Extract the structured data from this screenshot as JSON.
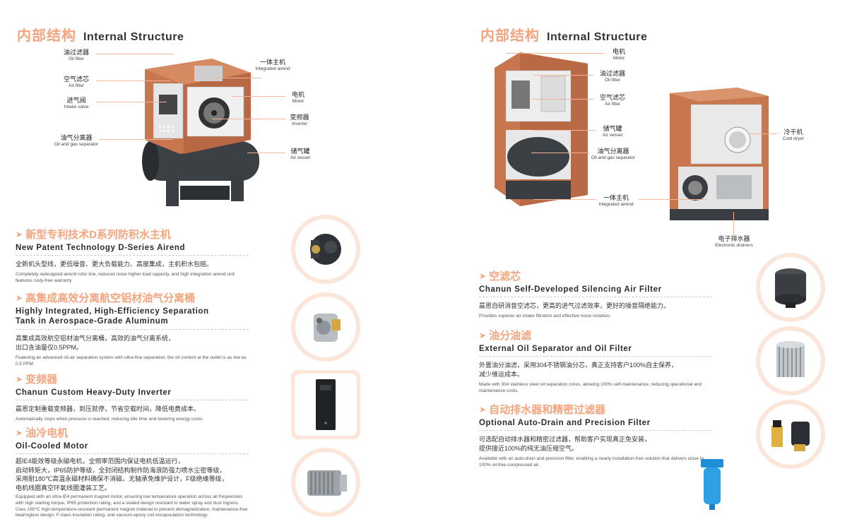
{
  "left": {
    "title_cn": "内部结构",
    "title_en": "Internal Structure",
    "labels": {
      "oil_filter": {
        "cn": "油过滤器",
        "en": "Oil filter"
      },
      "air_filter": {
        "cn": "空气滤芯",
        "en": "Air filter"
      },
      "intake_valve": {
        "cn": "进气阀",
        "en": "Intake valve"
      },
      "separator": {
        "cn": "油气分离器",
        "en": "Oil and gas separator"
      },
      "airend": {
        "cn": "一体主机",
        "en": "Integrated airend"
      },
      "motor": {
        "cn": "电机",
        "en": "Motor"
      },
      "inverter": {
        "cn": "变频器",
        "en": "Inverter"
      },
      "vessel": {
        "cn": "储气罐",
        "en": "Air vessel"
      }
    },
    "features": [
      {
        "cn": "新型专利技术D系列防积水主机",
        "en": "New Patent Technology D-Series Airend",
        "body_cn": "全新机头型线，更低噪音、更大负载能力、高度集成，主机积水包赔。",
        "body_en": "Completely redesigned airend rotor line, reduced noise higher load capacity, and high integration airend unit features rusty-free warranty"
      },
      {
        "cn": "高集成高效分离航空铝材油气分离桶",
        "en": "Highly Integrated, High-Efficiency Separation",
        "en2": "Tank in Aerospace-Grade Aluminum",
        "body_cn": "高集成高效航空铝材油气分离桶，高效的油气分离系统，",
        "body_cn2": "出口含油量仅0.5PPM。",
        "body_en": "Featuring an advanced oil-air separation system with ultra-fine separation; the oil content at the outlet is as low as 0.5 PPM."
      },
      {
        "cn": "变频器",
        "en": "Chanun Custom Heavy-Duty Inverter",
        "body_cn": "晨恩定制重载变频器，到压就停，节省空载时间，降低电费成本。",
        "body_en": "Automatically stops when pressure is reached, reducing idle time and lowering energy costs."
      },
      {
        "cn": "油冷电机",
        "en": "Oil-Cooled Motor",
        "body_cn": "超IE4能效等级永磁电机，全频率范围内保证电机低温运行，",
        "body_cn2": "启动转矩大，IP65防护等级，全封闭结构制作防海浪防强力喷水尘密等级，",
        "body_cn3": "采用耐180℃高温永磁材料确保不消磁，无轴承免维护设计，F级绝缘等级，",
        "body_cn4": "电机线圈真空环氧线圈灌装工艺。",
        "body_en": "Equipped with an ultra-IE4 permanent magnet motor, ensuring low temperature operation across all frequencies with high starting torque, IP65 protection rating, and a sealed design resistant to water spray and dust ingress. Uses 180°C high-temperature-resistant permanent magnet material to prevent demagnetization, maintenance-free bearingless design, F-class insulation rating, and vacuum-epoxy coil encapsulation technology."
      }
    ]
  },
  "right": {
    "title_cn": "内部结构",
    "title_en": "Internal Structure",
    "labels": {
      "motor": {
        "cn": "电机",
        "en": "Motor"
      },
      "oil_filter": {
        "cn": "油过滤器",
        "en": "Oil filter"
      },
      "air_filter": {
        "cn": "空气滤芯",
        "en": "Air filter"
      },
      "vessel": {
        "cn": "储气罐",
        "en": "Air vessel"
      },
      "separator": {
        "cn": "油气分离器",
        "en": "Oil and gas separator"
      },
      "airend": {
        "cn": "一体主机",
        "en": "Integrated airend"
      },
      "dryer": {
        "cn": "冷干机",
        "en": "Cold dryer"
      },
      "drainer": {
        "cn": "电子排水器",
        "en": "Electronic drainers"
      }
    },
    "features": [
      {
        "cn": "空滤芯",
        "en": "Chanun Self-Developed Silencing Air Filter",
        "body_cn": "晨恩自研消音空滤芯，更高的进气过滤效率，更好的噪音隔绝能力。",
        "body_en": "Provides superior air intake filtration and effective noise isolation."
      },
      {
        "cn": "油分油滤",
        "en": "External Oil Separator and Oil Filter",
        "body_cn": "外置油分油滤，采用304不锈钢油分芯，真正支持客户100%自主保养，",
        "body_cn2": "减少维运成本。",
        "body_en": "Made with 304 stainless steel oil separation cores, allowing 100% self-maintenance, reducing operational and maintenance costs."
      },
      {
        "cn": "自动排水器和精密过滤器",
        "en": "Optional Auto-Drain and Precision Filter",
        "body_cn": "可选配自动排水器和精密过滤器，帮助客户实现真正免安装，",
        "body_cn2": "提供接近100%的纯无油压缩空气。",
        "body_en": "Available with an auto-drain and precision filter, enabling a nearly installation-free solution that delivers close to 100% oil-free compressed air."
      }
    ]
  },
  "colors": {
    "accent": "#f3a57f",
    "accent_light": "#fbe6d9",
    "copper": "#c8764e",
    "dark": "#3a3a3a"
  }
}
